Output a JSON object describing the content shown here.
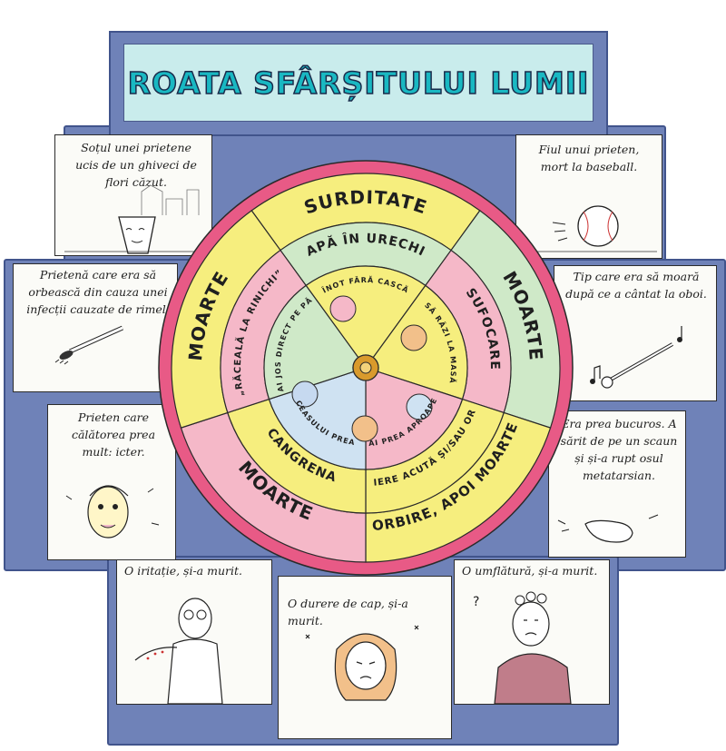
{
  "title": "ROATA SFÂRȘITULUI LUMII",
  "panels": {
    "top_left": "Soțul unei prietene ucis de un ghiveci de flori căzut.",
    "top_right": "Fiul unui prieten, mort la baseball.",
    "mid_left": "Prietenă care era să orbească din cauza unei infecții cauzate de rimel.",
    "mid_right": "Tip care era să moară după ce a cântat la oboi.",
    "low_left": "Prieten care călătorea prea mult: icter.",
    "low_right": "Era prea bucuros. A sărit de pe un scaun și și-a rupt osul metatarsian.",
    "bottom_left": "O iritație, și-a murit.",
    "bottom_center": "O durere de cap, și-a murit.",
    "bottom_right": "O umflătură, și-a murit."
  },
  "wheel": {
    "outer": [
      "SURDITATE",
      "MOARTE",
      "ORBIRE, APOI MOARTE",
      "MOARTE",
      "MOARTE"
    ],
    "middle": [
      "APĂ ÎN URECHI",
      "SUFOCARE",
      "IRADIERE ACUTĂ ȘI/SAU ORBIRE",
      "CANGRENA",
      "„RĂCEALĂ LA RINICHI”"
    ],
    "inner": [
      "ÎNOT FĂRĂ CASCĂ",
      "SĂ RÂZI LA MASĂ",
      "SĂ STAI PREA APROAPE DE TV",
      "CUREAUA CEASULUI PREA STRÂNSĂ",
      "SĂ STAI JOS DIRECT PE PĂMÂNT"
    ]
  },
  "colors": {
    "frame": "#6f82b8",
    "frame_border": "#41548c",
    "title_fill": "#c9ecec",
    "title_text": "#19b8c2",
    "wheel_rim": "#e85a86",
    "yellow": "#f6ee7e",
    "pink": "#f5b8c8",
    "green": "#cfe9c8",
    "blue": "#cfe2f2",
    "hub": "#d99a2c"
  },
  "icons": [
    "flower-pot-icon",
    "baseball-icon",
    "mascara-icon",
    "oboe-icon",
    "music-notes-icon",
    "jaundiced-man-icon",
    "broken-foot-icon",
    "rash-man-icon",
    "headache-woman-icon",
    "swollen-woman-icon",
    "question-mark-icon"
  ]
}
